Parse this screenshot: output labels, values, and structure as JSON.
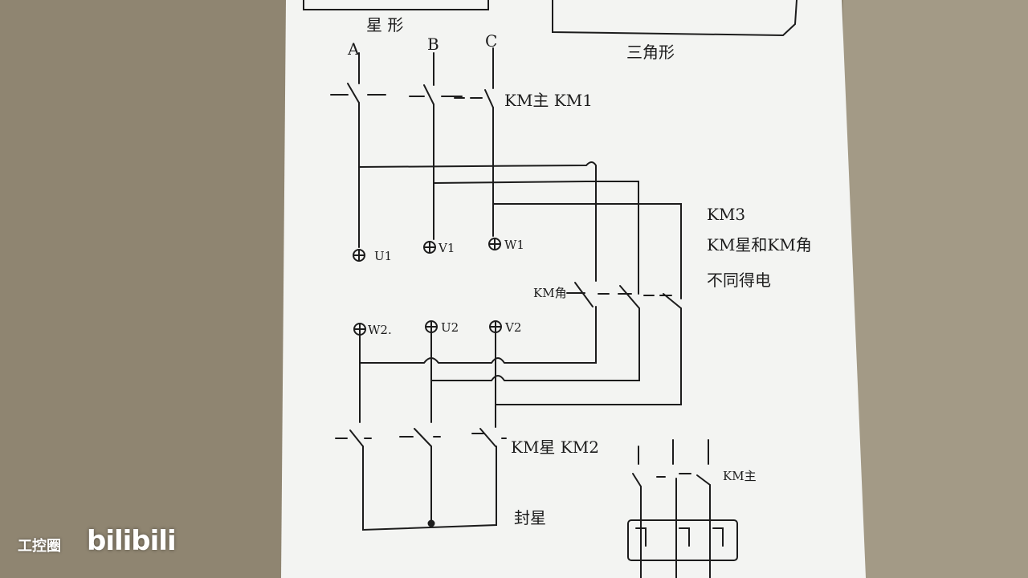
{
  "labels": {
    "star_title": "星 形",
    "delta_title": "三角形",
    "phase_a": "A",
    "phase_b": "B",
    "phase_c": "C",
    "km_main": "KM主 KM1",
    "u1": "U1",
    "v1": "V1",
    "w1": "W1",
    "w2": "W2.",
    "u2": "U2",
    "v2": "V2",
    "km3": "KM3",
    "note_line1": "KM星和KM角",
    "note_line2": "不同得电",
    "km_delta": "KM角",
    "km_star": "KM星 KM2",
    "star_seal": "封星",
    "km_main_short": "KM主"
  },
  "colors": {
    "paper": "#f3f4f2",
    "background": "#8f8571",
    "ink": "#1c1c1c"
  },
  "watermark": {
    "channel": "工控圈",
    "logo": "bilibili"
  }
}
